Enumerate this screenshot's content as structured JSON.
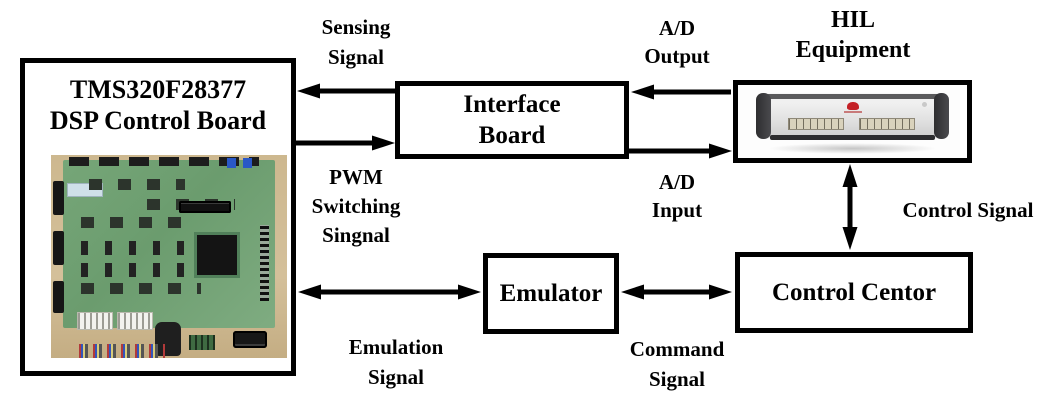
{
  "colors": {
    "background": "#ffffff",
    "line": "#000000",
    "pcb_green": "#6fa173",
    "device_silver": "#e2e2e2",
    "logo_red": "#c42127"
  },
  "nodes": {
    "dsp": {
      "line1": "TMS320F28377",
      "line2": "DSP Control Board"
    },
    "interface_board": {
      "line1": "Interface",
      "line2": "Board"
    },
    "hil_equipment": {
      "line1": "HIL",
      "line2": "Equipment"
    },
    "emulator": {
      "label": "Emulator"
    },
    "control_center": {
      "label": "Control Centor"
    }
  },
  "signal_labels": {
    "sensing": {
      "line1": "Sensing",
      "line2": "Signal"
    },
    "pwm": {
      "line1": "PWM",
      "line2": "Switching",
      "line3": "Singnal"
    },
    "ad_output": {
      "line1": "A/D",
      "line2": "Output"
    },
    "ad_input": {
      "line1": "A/D",
      "line2": "Input"
    },
    "control": {
      "label": "Control Signal"
    },
    "emulation": {
      "line1": "Emulation",
      "line2": "Signal"
    },
    "command": {
      "line1": "Command",
      "line2": "Signal"
    }
  },
  "connections": [
    {
      "from": "Interface Board",
      "to": "TMS320F28377 DSP Control Board",
      "label": "Sensing Signal",
      "direction": "one-way"
    },
    {
      "from": "TMS320F28377 DSP Control Board",
      "to": "Interface Board",
      "label": "PWM Switching Singnal",
      "direction": "one-way"
    },
    {
      "from": "HIL Equipment",
      "to": "Interface Board",
      "label": "A/D Output",
      "direction": "one-way"
    },
    {
      "from": "Interface Board",
      "to": "HIL Equipment",
      "label": "A/D Input",
      "direction": "one-way"
    },
    {
      "from": "HIL Equipment",
      "to": "Control Centor",
      "label": "Control Signal",
      "direction": "two-way"
    },
    {
      "from": "TMS320F28377 DSP Control Board",
      "to": "Emulator",
      "label": "Emulation Signal",
      "direction": "two-way"
    },
    {
      "from": "Emulator",
      "to": "Control Centor",
      "label": "Command Signal",
      "direction": "two-way"
    }
  ]
}
